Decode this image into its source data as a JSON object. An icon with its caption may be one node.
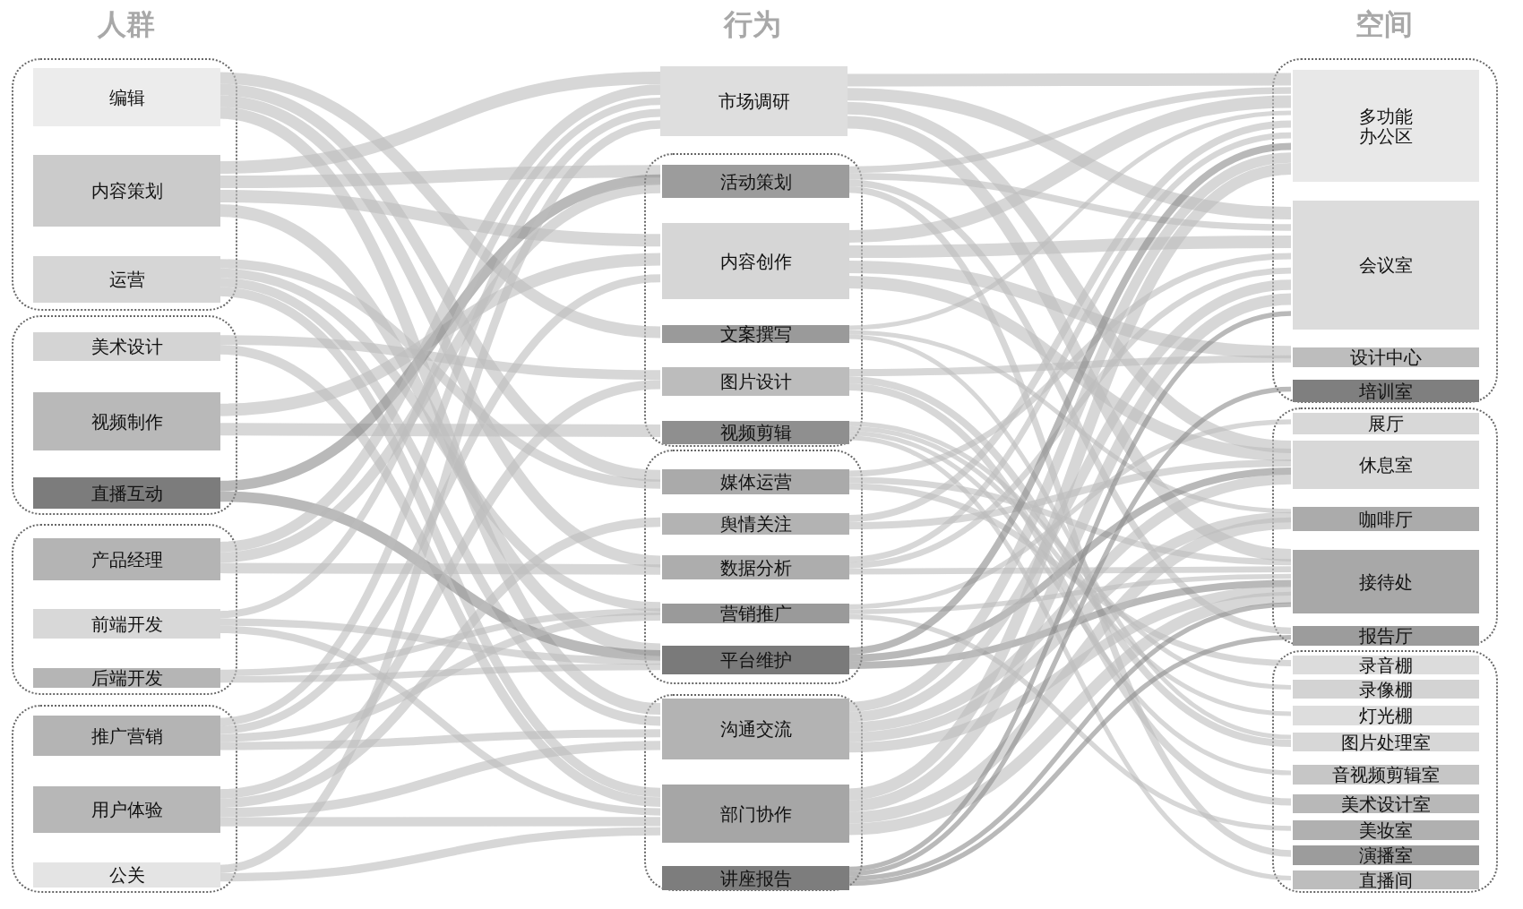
{
  "diagram": {
    "nodes": [
      {
        "text": [],
        "shape": "box"
      },
      {
        "text": [
          "编辑"
        ],
        "in": 0
      },
      {
        "text": [
          "内容策划"
        ],
        "in": 0
      },
      {
        "text": [
          "运营"
        ],
        "in": 0
      },
      {
        "text": [],
        "shape": "box"
      },
      {
        "text": [
          "美术设计"
        ],
        "in": 4
      },
      {
        "text": [
          "视频制作"
        ],
        "in": 4
      },
      {
        "text": [
          "直播互动"
        ],
        "in": 4
      },
      {
        "text": [],
        "shape": "box"
      },
      {
        "text": [
          "产品经理"
        ],
        "in": 8
      },
      {
        "text": [
          "前端开发"
        ],
        "in": 8
      },
      {
        "text": [
          "后端开发"
        ],
        "in": 8
      },
      {
        "text": [],
        "shape": "box"
      },
      {
        "text": [
          "推广营销"
        ],
        "in": 12
      },
      {
        "text": [
          "用户体验"
        ],
        "in": 12
      },
      {
        "text": [
          "公关"
        ],
        "in": 12
      },
      {
        "text": [
          "市场调研"
        ]
      },
      {
        "text": [],
        "shape": "box"
      },
      {
        "text": [
          "活动策划"
        ],
        "in": 17
      },
      {
        "text": [
          "内容创作"
        ],
        "in": 17
      },
      {
        "text": [
          "文案撰写"
        ],
        "in": 17
      },
      {
        "text": [
          "图片设计"
        ],
        "in": 17
      },
      {
        "text": [
          "视频剪辑"
        ],
        "in": 17
      },
      {
        "text": [],
        "shape": "box"
      },
      {
        "text": [
          "媒体运营"
        ],
        "in": 23
      },
      {
        "text": [
          "舆情关注"
        ],
        "in": 23
      },
      {
        "text": [
          "数据分析"
        ],
        "in": 23
      },
      {
        "text": [
          "营销推广"
        ],
        "in": 23
      },
      {
        "text": [
          "平台维护"
        ],
        "in": 23
      },
      {
        "text": [],
        "shape": "box"
      },
      {
        "text": [
          "沟通交流"
        ],
        "in": 29
      },
      {
        "text": [
          "部门协作"
        ],
        "in": 29
      },
      {
        "text": [
          "讲座报告"
        ],
        "in": 29
      },
      {
        "text": [],
        "shape": "box"
      },
      {
        "text": [
          "多功能办公区"
        ],
        "in": 33
      },
      {
        "text": [
          "会议室"
        ],
        "in": 33
      },
      {
        "text": [
          "设计中心"
        ],
        "in": 33
      },
      {
        "text": [
          "培训室"
        ],
        "in": 33
      },
      {
        "text": [],
        "shape": "box"
      },
      {
        "text": [
          "展厅"
        ],
        "in": 38
      },
      {
        "text": [
          "休息室"
        ],
        "in": 38
      },
      {
        "text": [
          "咖啡厅"
        ],
        "in": 38
      },
      {
        "text": [
          "接待处"
        ],
        "in": 38
      },
      {
        "text": [
          "报告厅"
        ],
        "in": 38
      },
      {
        "text": [],
        "shape": "box"
      },
      {
        "text": [
          "录音棚"
        ],
        "in": 44
      },
      {
        "text": [
          "录像棚"
        ],
        "in": 44
      },
      {
        "text": [
          "灯光棚"
        ],
        "in": 44
      },
      {
        "text": [
          "图片处理室"
        ],
        "in": 44
      },
      {
        "text": [
          "音视频剪辑室"
        ],
        "in": 44
      },
      {
        "text": [
          "美术设计室"
        ],
        "in": 44
      },
      {
        "text": [
          "美妆室"
        ],
        "in": 44
      },
      {
        "text": [
          "演播室"
        ],
        "in": 44
      },
      {
        "text": [
          "直播间"
        ],
        "in": 44
      }
    ],
    "edges": [
      {
        "from": 1,
        "to": 20,
        "arrow": "none"
      },
      {
        "from": 1,
        "to": 24,
        "arrow": "none"
      },
      {
        "from": 1,
        "to": 26,
        "arrow": "none"
      },
      {
        "from": 1,
        "to": 30,
        "arrow": "none"
      },
      {
        "from": 2,
        "to": 16,
        "arrow": "none"
      },
      {
        "from": 2,
        "to": 18,
        "arrow": "none"
      },
      {
        "from": 2,
        "to": 19,
        "arrow": "none"
      },
      {
        "from": 2,
        "to": 28,
        "arrow": "none"
      },
      {
        "from": 3,
        "to": 24,
        "arrow": "none"
      },
      {
        "from": 3,
        "to": 27,
        "arrow": "none"
      },
      {
        "from": 3,
        "to": 30,
        "arrow": "none"
      },
      {
        "from": 3,
        "to": 31,
        "arrow": "none"
      },
      {
        "from": 5,
        "to": 21,
        "arrow": "none"
      },
      {
        "from": 5,
        "to": 31,
        "arrow": "none"
      },
      {
        "from": 6,
        "to": 19,
        "arrow": "none"
      },
      {
        "from": 6,
        "to": 22,
        "arrow": "none"
      },
      {
        "from": 7,
        "to": 18,
        "arrow": "none",
        "color": "#8a8a8a"
      },
      {
        "from": 7,
        "to": 28,
        "arrow": "none",
        "color": "#8a8a8a"
      },
      {
        "from": 9,
        "to": 16,
        "arrow": "none"
      },
      {
        "from": 9,
        "to": 18,
        "arrow": "none"
      },
      {
        "from": 9,
        "to": 26,
        "arrow": "none"
      },
      {
        "from": 10,
        "to": 16,
        "arrow": "none"
      },
      {
        "from": 10,
        "to": 28,
        "arrow": "none"
      },
      {
        "from": 10,
        "to": 31,
        "arrow": "none"
      },
      {
        "from": 11,
        "to": 27,
        "arrow": "none"
      },
      {
        "from": 11,
        "to": 28,
        "arrow": "none"
      },
      {
        "from": 13,
        "to": 16,
        "arrow": "none"
      },
      {
        "from": 13,
        "to": 19,
        "arrow": "none"
      },
      {
        "from": 13,
        "to": 27,
        "arrow": "none"
      },
      {
        "from": 13,
        "to": 30,
        "arrow": "none"
      },
      {
        "from": 14,
        "to": 21,
        "arrow": "none"
      },
      {
        "from": 14,
        "to": 25,
        "arrow": "none"
      },
      {
        "from": 14,
        "to": 30,
        "arrow": "none"
      },
      {
        "from": 14,
        "to": 31,
        "arrow": "none"
      },
      {
        "from": 15,
        "to": 16,
        "arrow": "none"
      },
      {
        "from": 15,
        "to": 31,
        "arrow": "none"
      },
      {
        "from": 16,
        "to": 34,
        "arrow": "none"
      },
      {
        "from": 16,
        "to": 35,
        "arrow": "none"
      },
      {
        "from": 16,
        "to": 40,
        "arrow": "none"
      },
      {
        "from": 16,
        "to": 42,
        "arrow": "none"
      },
      {
        "from": 18,
        "to": 34,
        "arrow": "none"
      },
      {
        "from": 18,
        "to": 35,
        "arrow": "none"
      },
      {
        "from": 18,
        "to": 43,
        "arrow": "none"
      },
      {
        "from": 18,
        "to": 52,
        "arrow": "none"
      },
      {
        "from": 19,
        "to": 34,
        "arrow": "none"
      },
      {
        "from": 19,
        "to": 35,
        "arrow": "none"
      },
      {
        "from": 19,
        "to": 36,
        "arrow": "none"
      },
      {
        "from": 19,
        "to": 40,
        "arrow": "none"
      },
      {
        "from": 20,
        "to": 34,
        "arrow": "none"
      },
      {
        "from": 20,
        "to": 41,
        "arrow": "none"
      },
      {
        "from": 20,
        "to": 48,
        "arrow": "none"
      },
      {
        "from": 21,
        "to": 36,
        "arrow": "none"
      },
      {
        "from": 21,
        "to": 48,
        "arrow": "none"
      },
      {
        "from": 21,
        "to": 50,
        "arrow": "none"
      },
      {
        "from": 22,
        "to": 46,
        "arrow": "none"
      },
      {
        "from": 22,
        "to": 47,
        "arrow": "none"
      },
      {
        "from": 22,
        "to": 49,
        "arrow": "none"
      },
      {
        "from": 22,
        "to": 53,
        "arrow": "none"
      },
      {
        "from": 24,
        "to": 35,
        "arrow": "none"
      },
      {
        "from": 24,
        "to": 42,
        "arrow": "none"
      },
      {
        "from": 24,
        "to": 45,
        "arrow": "none"
      },
      {
        "from": 25,
        "to": 34,
        "arrow": "none"
      },
      {
        "from": 25,
        "to": 40,
        "arrow": "none"
      },
      {
        "from": 26,
        "to": 34,
        "arrow": "none"
      },
      {
        "from": 26,
        "to": 35,
        "arrow": "none"
      },
      {
        "from": 26,
        "to": 42,
        "arrow": "none"
      },
      {
        "from": 27,
        "to": 39,
        "arrow": "none"
      },
      {
        "from": 27,
        "to": 42,
        "arrow": "none"
      },
      {
        "from": 27,
        "to": 51,
        "arrow": "none"
      },
      {
        "from": 28,
        "to": 34,
        "arrow": "none",
        "color": "#8a8a8a"
      },
      {
        "from": 28,
        "to": 40,
        "arrow": "none",
        "color": "#8a8a8a"
      },
      {
        "from": 28,
        "to": 42,
        "arrow": "none",
        "color": "#8a8a8a"
      },
      {
        "from": 30,
        "to": 34,
        "arrow": "none"
      },
      {
        "from": 30,
        "to": 35,
        "arrow": "none"
      },
      {
        "from": 30,
        "to": 40,
        "arrow": "none"
      },
      {
        "from": 30,
        "to": 41,
        "arrow": "none"
      },
      {
        "from": 30,
        "to": 42,
        "arrow": "none"
      },
      {
        "from": 31,
        "to": 34,
        "arrow": "none"
      },
      {
        "from": 31,
        "to": 35,
        "arrow": "none"
      },
      {
        "from": 31,
        "to": 41,
        "arrow": "none"
      },
      {
        "from": 31,
        "to": 42,
        "arrow": "none"
      },
      {
        "from": 32,
        "to": 35,
        "arrow": "none",
        "color": "#8a8a8a"
      },
      {
        "from": 32,
        "to": 37,
        "arrow": "none",
        "color": "#8a8a8a"
      },
      {
        "from": 32,
        "to": 42,
        "arrow": "none",
        "color": "#8a8a8a"
      },
      {
        "from": 32,
        "to": 43,
        "arrow": "none",
        "color": "#8a8a8a"
      }
    ],
    "labels": [
      "人群",
      "行为",
      "空间"
    ]
  }
}
